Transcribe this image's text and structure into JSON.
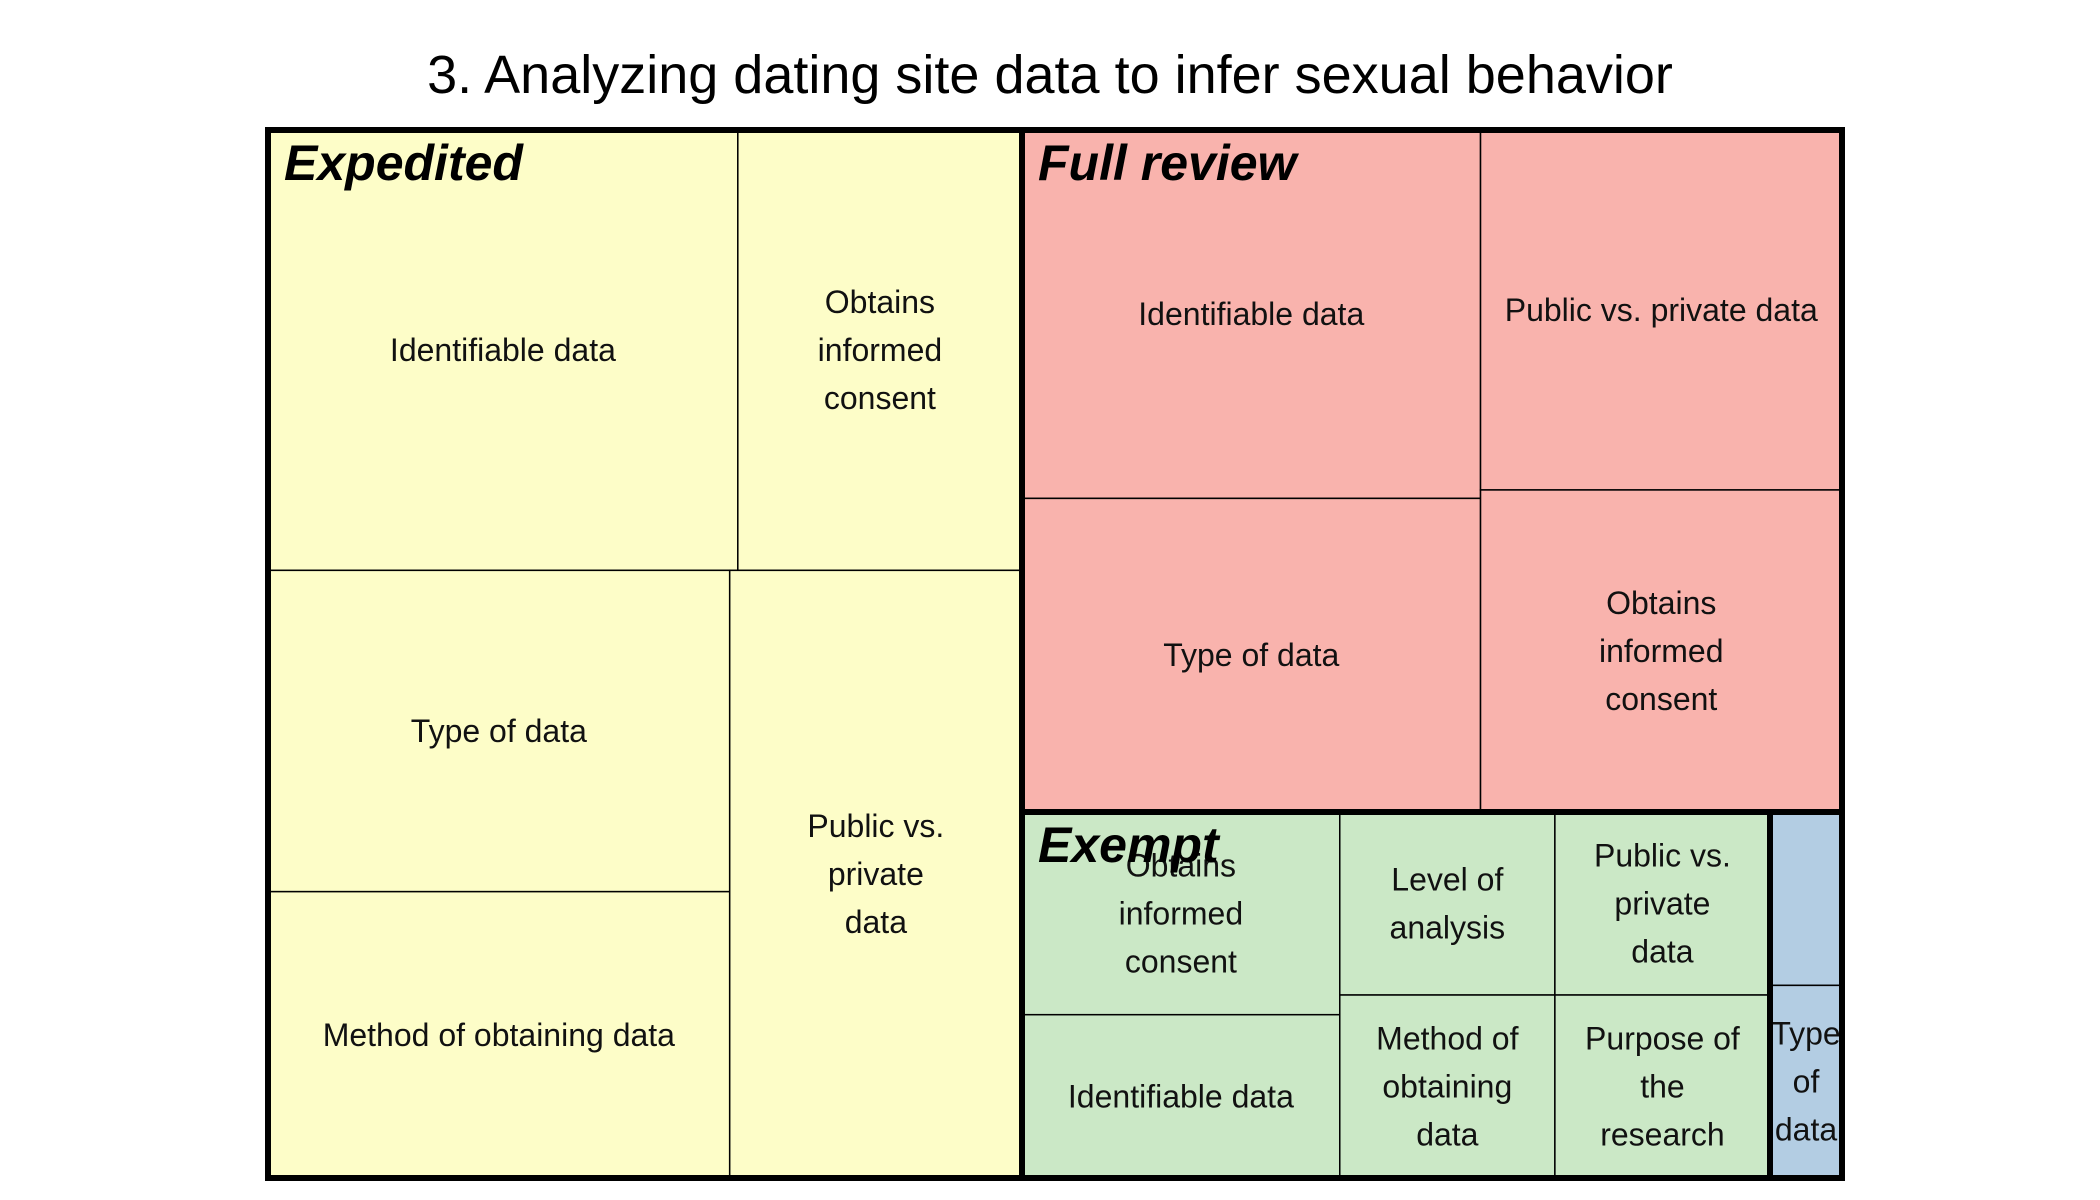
{
  "chart_data": {
    "type": "treemap",
    "title": "3. Analyzing dating site data to infer sexual behavior",
    "groups": [
      {
        "name": "Expedited",
        "color": "#FDFDC8",
        "children": [
          {
            "label": "Identifiable data",
            "value": 20.5
          },
          {
            "label": "Obtains informed consent",
            "value": 12.4
          },
          {
            "label": "Type of data",
            "value": 14.7
          },
          {
            "label": "Method of obtaining data",
            "value": 13.1
          },
          {
            "label": "Public vs. private data",
            "value": 17.6
          }
        ]
      },
      {
        "name": "Full review",
        "color": "#F9B3AD",
        "children": [
          {
            "label": "Identifiable data",
            "value": 14.8
          },
          {
            "label": "Type of data",
            "value": 12.6
          },
          {
            "label": "Public vs. private data",
            "value": 11.4
          },
          {
            "label": "Obtains informed consent",
            "value": 10.2
          }
        ]
      },
      {
        "name": "Exempt",
        "color": "#CBE8C6",
        "children": [
          {
            "label": "Obtains informed consent",
            "value": 3.6
          },
          {
            "label": "Identifiable data",
            "value": 2.9
          },
          {
            "label": "Level of analysis",
            "value": 2.2
          },
          {
            "label": "Method of obtaining data",
            "value": 2.2
          },
          {
            "label": "Public vs. private data",
            "value": 2.2
          },
          {
            "label": "Purpose of the research",
            "value": 2.2
          }
        ]
      },
      {
        "name": "",
        "color": "#B3CDE3",
        "children": [
          {
            "label": "",
            "value": 0.9
          },
          {
            "label": "Type of data",
            "value": 1.0
          }
        ]
      }
    ]
  }
}
